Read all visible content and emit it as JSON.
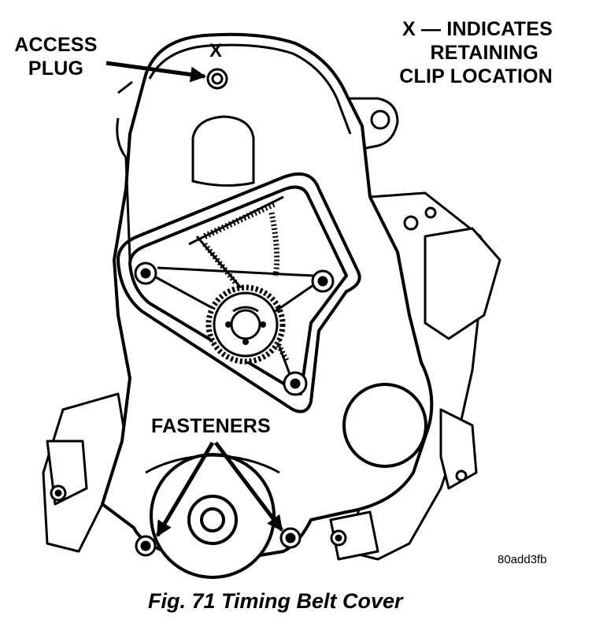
{
  "callouts": {
    "access_plug": [
      "ACCESS",
      "PLUG"
    ],
    "x_mark": "X",
    "legend": [
      "X — INDICATES",
      "RETAINING",
      "CLIP LOCATION"
    ],
    "fasteners": "FASTENERS"
  },
  "figure_code": "80add3fb",
  "caption": "Fig. 71 Timing Belt Cover",
  "icons": {
    "leader_arrows": "arrow-icon"
  }
}
